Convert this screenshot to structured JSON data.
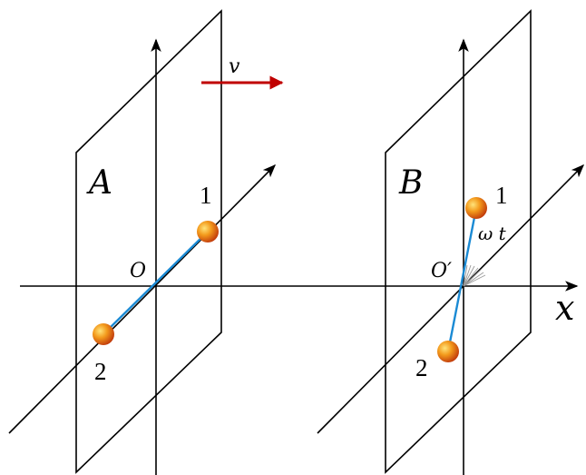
{
  "labels": {
    "frame_a": "A",
    "frame_b": "B",
    "origin_a": "O",
    "origin_b": "O′",
    "x_axis": "x",
    "velocity": "v",
    "angle": "ω t",
    "ball_1_a": "1",
    "ball_2_a": "2",
    "ball_1_b": "1",
    "ball_2_b": "2"
  },
  "colors": {
    "line": "#000000",
    "rod": "#1a8ad4",
    "velocity_arrow": "#c00000",
    "ball_light": "#ffe37a",
    "ball_mid": "#f39a1c",
    "ball_dark": "#c0390b",
    "hatch": "#9a9a9a"
  }
}
